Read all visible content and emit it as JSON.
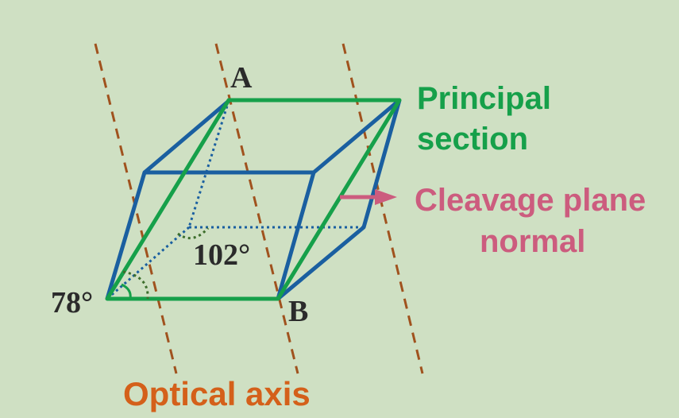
{
  "labels": {
    "vertex_a": "A",
    "vertex_b": "B",
    "angle_obtuse": "102°",
    "angle_acute": "78°",
    "principal_section_line1": "Principal",
    "principal_section_line2": "section",
    "cleavage_line1": "Cleavage plane",
    "cleavage_line2": "normal",
    "optical_axis": "Optical axis"
  },
  "colors": {
    "background": "#cfe0c3",
    "crystal_edges": "#1a5fa0",
    "principal_section": "#16a04a",
    "optical_axis_lines": "#a0521e",
    "optical_axis_text": "#d4601a",
    "cleavage_arrow": "#cc5c7e",
    "angle_arc": "#3d6e2c",
    "angle_text": "#2b2b2b"
  }
}
